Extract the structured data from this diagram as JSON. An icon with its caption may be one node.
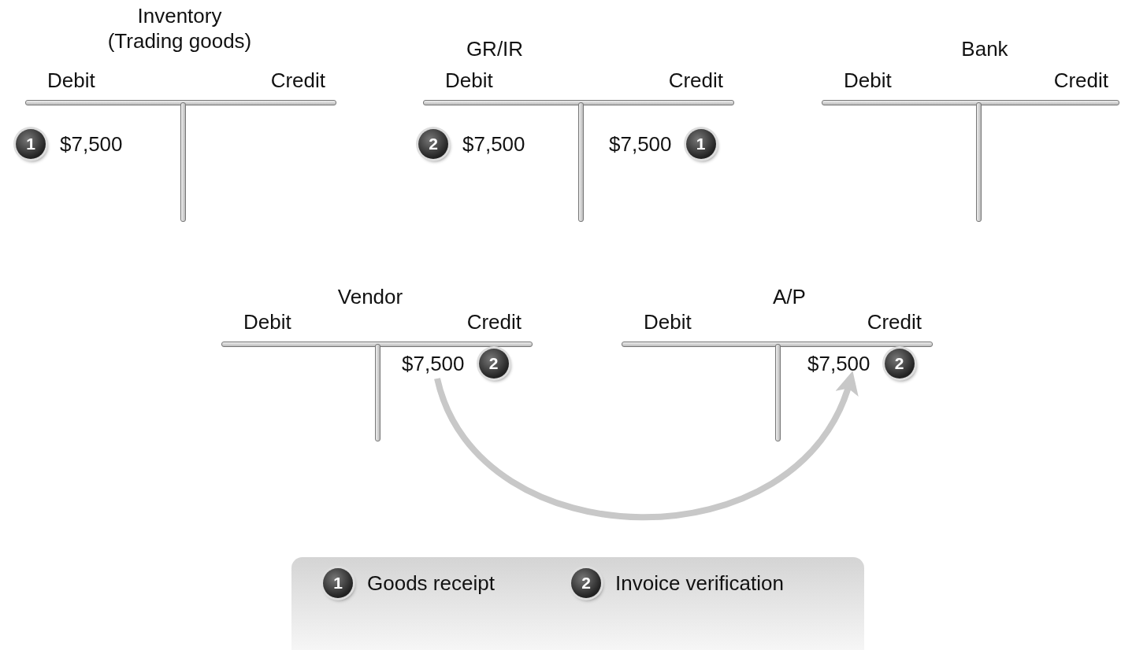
{
  "diagram": {
    "nodes": [
      {
        "text": [
          "Inventory (Trading goods)",
          "Debit",
          "Credit"
        ]
      },
      {
        "text": [
          "$7,500"
        ],
        "beside": [
          "1"
        ],
        "in": 0
      },
      {
        "text": [
          "GR/IR",
          "Debit",
          "Credit"
        ]
      },
      {
        "text": [
          "$7,500"
        ],
        "beside": [
          "2"
        ],
        "in": 2
      },
      {
        "text": [
          "$7,500"
        ],
        "beside": [
          "1"
        ],
        "in": 2
      },
      {
        "text": [
          "Bank",
          "Debit",
          "Credit"
        ]
      },
      {
        "text": [
          "Vendor",
          "Debit",
          "Credit"
        ]
      },
      {
        "text": [
          "$7,500"
        ],
        "beside": [
          "2"
        ],
        "in": 6
      },
      {
        "text": [
          "A/P",
          "Debit",
          "Credit"
        ]
      },
      {
        "text": [
          "$7,500"
        ],
        "beside": [
          "2"
        ],
        "in": 8
      },
      {
        "text": [],
        "shape": "box"
      },
      {
        "text": [
          "Goods receipt"
        ],
        "beside": [
          "1"
        ],
        "in": 10
      },
      {
        "text": [
          "Invoice verification"
        ],
        "beside": [
          "2"
        ],
        "in": 10
      }
    ],
    "edges": [
      {
        "from": 7,
        "to": 9,
        "arrow": "to"
      }
    ]
  }
}
